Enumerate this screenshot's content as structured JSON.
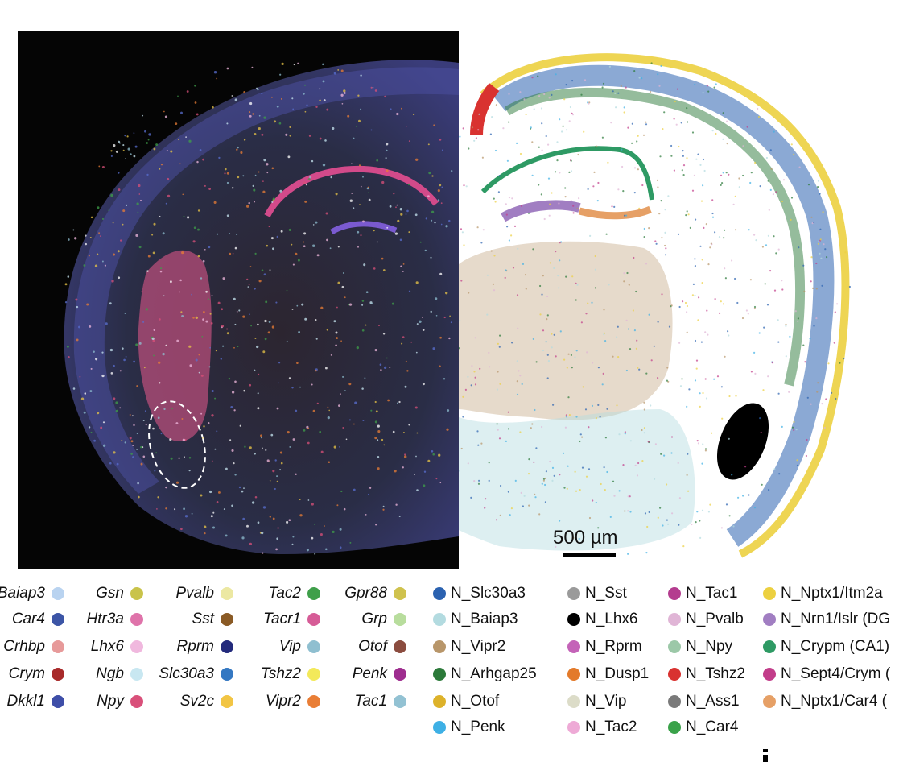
{
  "scale_bar": {
    "label": "500 µm"
  },
  "gene_legend": [
    [
      {
        "name": "Baiap3",
        "color": "#b9d3f0"
      },
      {
        "name": "Car4",
        "color": "#3c55a6"
      },
      {
        "name": "Crhbp",
        "color": "#e79a9a"
      },
      {
        "name": "Crym",
        "color": "#a82a2a"
      },
      {
        "name": "Dkkl1",
        "color": "#3e4ea8"
      }
    ],
    [
      {
        "name": "Gsn",
        "color": "#c9c34a"
      },
      {
        "name": "Htr3a",
        "color": "#df73aa"
      },
      {
        "name": "Lhx6",
        "color": "#f0b8de"
      },
      {
        "name": "Ngb",
        "color": "#c8e7f1"
      },
      {
        "name": "Npy",
        "color": "#d9507a"
      }
    ],
    [
      {
        "name": "Pvalb",
        "color": "#ece8a2"
      },
      {
        "name": "Sst",
        "color": "#8a5a25"
      },
      {
        "name": "Rprm",
        "color": "#232a7c"
      },
      {
        "name": "Slc30a3",
        "color": "#3478c2"
      },
      {
        "name": "Sv2c",
        "color": "#f2c544"
      }
    ],
    [
      {
        "name": "Tac2",
        "color": "#3f9f4a"
      },
      {
        "name": "Tacr1",
        "color": "#d65c97"
      },
      {
        "name": "Vip",
        "color": "#8fbfd0"
      },
      {
        "name": "Tshz2",
        "color": "#f3e95a"
      },
      {
        "name": "Vipr2",
        "color": "#e97e36"
      }
    ],
    [
      {
        "name": "Gpr88",
        "color": "#cfc24e"
      },
      {
        "name": "Grp",
        "color": "#b8dd9d"
      },
      {
        "name": "Otof",
        "color": "#8b4c3f"
      },
      {
        "name": "Penk",
        "color": "#9e2d8f"
      },
      {
        "name": "Tac1",
        "color": "#93c2d3"
      }
    ]
  ],
  "type_legend": [
    [
      {
        "name": "N_Slc30a3",
        "color": "#2b62b0"
      },
      {
        "name": "N_Baiap3",
        "color": "#b3dbe0"
      },
      {
        "name": "N_Vipr2",
        "color": "#b8966a"
      },
      {
        "name": "N_Arhgap25",
        "color": "#2c7a3a"
      },
      {
        "name": "N_Otof",
        "color": "#ddb22a"
      },
      {
        "name": "N_Penk",
        "color": "#3eb0e5"
      }
    ],
    [
      {
        "name": "N_Sst",
        "color": "#9a9a9a"
      },
      {
        "name": "N_Lhx6",
        "color": "#000000"
      },
      {
        "name": "N_Rprm",
        "color": "#c463b8"
      },
      {
        "name": "N_Dusp1",
        "color": "#e37a2a"
      },
      {
        "name": "N_Vip",
        "color": "#dcdcc8"
      },
      {
        "name": "N_Tac2",
        "color": "#eeaad6"
      }
    ],
    [
      {
        "name": "N_Tac1",
        "color": "#b43c8f"
      },
      {
        "name": "N_Pvalb",
        "color": "#e0b5d6"
      },
      {
        "name": "N_Npy",
        "color": "#9cc8a8"
      },
      {
        "name": "N_Tshz2",
        "color": "#d93230"
      },
      {
        "name": "N_Ass1",
        "color": "#7a7a7a"
      },
      {
        "name": "N_Car4",
        "color": "#3aa24a"
      }
    ],
    [
      {
        "name": "N_Nptx1/Itm2a",
        "color": "#ecd040"
      },
      {
        "name": "N_Nrn1/Islr (DG",
        "color": "#a17ec2"
      },
      {
        "name": "N_Crypm (CA1)",
        "color": "#2e9a64"
      },
      {
        "name": "N_Sept4/Crym (",
        "color": "#c23d8a"
      },
      {
        "name": "N_Nptx1/Car4 (",
        "color": "#e6a066"
      }
    ]
  ]
}
